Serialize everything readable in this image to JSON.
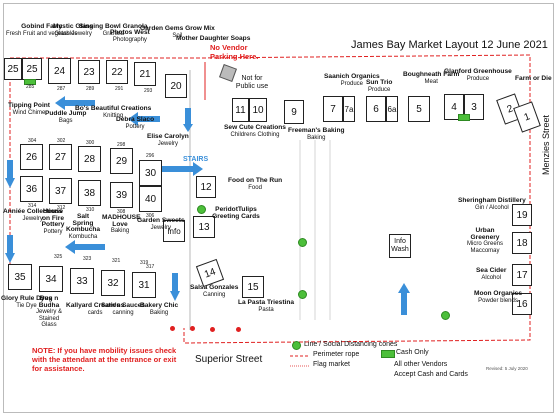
{
  "title": "James Bay Market Layout 12 June 2021",
  "warning": "No Vendor Parking Here.",
  "not_public_use": "Not for Public use",
  "stairs": "STAIRS",
  "menzies": "Menzies Street",
  "superior": "Superior Street",
  "note": "NOTE: If you have mobility issues check with the attendant at the entrance or exit for assistance.",
  "revised": "Revised: 5 July 2020",
  "info_wash": "Info Wash",
  "info": "Info",
  "legend": {
    "cones": "Line / Social Distancing cones",
    "perimeter": "Perimeter rope",
    "flag": "Flag market",
    "cash": "Cash Only",
    "all_other": "All other Vendors",
    "accept": "Accept Cash and Cards"
  },
  "stalls_top": [
    "25",
    "25",
    "24",
    "23",
    "22",
    "21",
    "20"
  ],
  "stalls_top_nums": [
    "285",
    "287",
    "289",
    "291",
    "293"
  ],
  "stalls_r1": [
    "26",
    "27",
    "28",
    "29",
    "30"
  ],
  "stalls_r1_nums": [
    "304",
    "302",
    "300",
    "298",
    "296"
  ],
  "stalls_r2": [
    "36",
    "37",
    "38",
    "39",
    "40"
  ],
  "stalls_r2_nums": [
    "314",
    "312",
    "310",
    "308",
    "306"
  ],
  "stalls_bottom": [
    "35",
    "34",
    "33",
    "32",
    "31"
  ],
  "stalls_bottom_nums": [
    "325",
    "323",
    "321",
    "319",
    "317"
  ],
  "stalls_center": [
    "11",
    "10",
    "9",
    "7",
    "7a",
    "6",
    "6a",
    "5",
    "4",
    "3",
    "2",
    "1"
  ],
  "stalls_right": [
    "19",
    "18",
    "17",
    "16"
  ],
  "stalls_mid": [
    "12",
    "13",
    "14",
    "15"
  ],
  "vendors": {
    "gobind": [
      "Gobind Farm",
      "Fresh Fruit and vegetables"
    ],
    "mystic": [
      "Mystic Glass",
      "Glass Jewelry"
    ],
    "singing": [
      "Singing Bowl Granola",
      "Granola"
    ],
    "photos": [
      "Photos West",
      "Photography"
    ],
    "garden": [
      "Garden Gems Grow Mix",
      "Soil"
    ],
    "mother": [
      "Mother Daughter Soaps"
    ],
    "tipping": [
      "Tipping Point",
      "Wind Chime"
    ],
    "puddle": [
      "Puddle Jump",
      "Bags"
    ],
    "bos": [
      "Bo's Beautiful Creations",
      "Knitting"
    ],
    "debra": [
      "Debra Slaco",
      "Pottery"
    ],
    "elise": [
      "Elise Carolyn",
      "Jewelry"
    ],
    "annie": [
      "Anniée Collections",
      "Jewelry"
    ],
    "house": [
      "House on Fire Pottery",
      "Pottery"
    ],
    "salt": [
      "Salt Spring Kombucha",
      "Kombucha"
    ],
    "madhouse": [
      "MADHOUSE Love",
      "Baking"
    ],
    "gsweets": [
      "Garden Sweets",
      "Jewelry"
    ],
    "glory": [
      "Glory Rule Dyes",
      "Tie Dye"
    ],
    "bug": [
      "Bug n Budha",
      "Jewelry & Stained Glass"
    ],
    "kallyard": [
      "Kallyard Creations",
      "cards"
    ],
    "sams": [
      "Sam's Sauces",
      "canning"
    ],
    "bakery": [
      "Bakery Chic",
      "Baking"
    ],
    "sewcute": [
      "Sew Cute Creations",
      "Childrens Clothing"
    ],
    "freeman": [
      "Freeman's Baking",
      "Baking"
    ],
    "saanich": [
      "Saanich Organics",
      "Produce"
    ],
    "suntrio": [
      "Sun Trio",
      "Produce"
    ],
    "boughneath": [
      "Boughneath Farm",
      "Meat"
    ],
    "glanford": [
      "Glanford Greenhouse",
      "Produce"
    ],
    "farmordie": [
      "Farm or Die"
    ],
    "foodrun": [
      "Food on The Run",
      "Food"
    ],
    "peridot": [
      "PeridotTulips Greeting Cards"
    ],
    "salsa": [
      "Salsa Gonzales",
      "Canning"
    ],
    "lapasta": [
      "La Pasta Triestina",
      "Pasta"
    ],
    "sheringham": [
      "Sheringham Distillery",
      "Gin / Alcohol"
    ],
    "urban": [
      "Urban Greenery",
      "Micro Greens Maccomay"
    ],
    "seacider": [
      "Sea Cider",
      "Alcohol"
    ],
    "moon": [
      "Moon Organics",
      "Powder blends"
    ]
  },
  "colors": {
    "blue": "#3a8fd9",
    "red": "#e02020",
    "green": "#4cbf3a"
  }
}
